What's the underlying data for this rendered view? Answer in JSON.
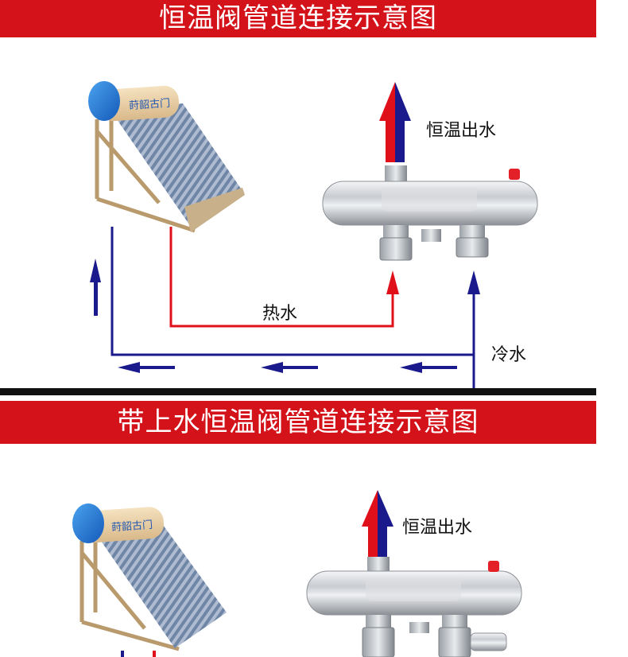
{
  "title_top": "恒温阀管道连接示意图",
  "title_bottom": "带上水恒温阀管道连接示意图",
  "labels": {
    "top_outlet": "恒温出水",
    "hot_water": "热水",
    "cold_water": "冷水",
    "bottom_outlet": "恒温出水"
  },
  "colors": {
    "banner": "#d4121a",
    "hot_pipe": "#e0101a",
    "cold_pipe": "#1a1a8c",
    "separator": "#111111"
  }
}
